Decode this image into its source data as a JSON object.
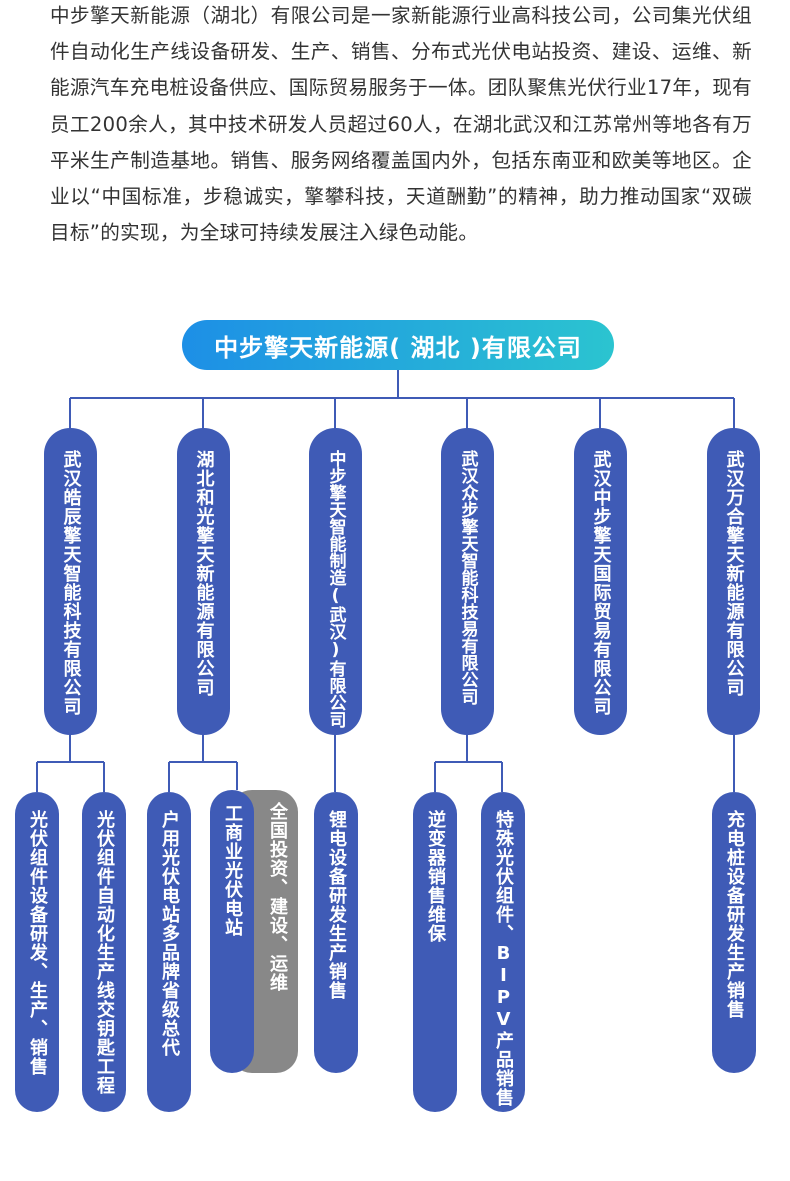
{
  "intro": {
    "text": "中步擎天新能源（湖北）有限公司是一家新能源行业高科技公司，公司集光伏组件自动化生产线设备研发、生产、销售、分布式光伏电站投资、建设、运维、新能源汽车充电桩设备供应、国际贸易服务于一体。团队聚焦光伏行业17年，现有员工200余人，其中技术研发人员超过60人，在湖北武汉和江苏常州等地各有万平米生产制造基地。销售、服务网络覆盖国内外，包括东南亚和欧美等地区。企业以“中国标准，步稳诚实，擎攀科技，天道酬勤”的精神，助力推动国家“双碳目标”的实现，为全球可持续发展注入绿色动能。"
  },
  "org": {
    "root": "中步擎天新能源( 湖北 )有限公司",
    "subsidiaries": [
      "武汉皓辰擎天智能科技有限公司",
      "湖北和光擎天新能源有限公司",
      "中步擎天智能制造(武汉)有限公司",
      "武汉众步擎天智能科技易有限公司",
      "武汉中步擎天国际贸易有限公司",
      "武汉万合擎天新能源有限公司"
    ],
    "businesses": [
      "光伏组件设备研发、生产、销售",
      "光伏组件自动化生产线交钥匙工程",
      "户用光伏电站多品牌省级总代",
      "工商业光伏电站",
      "全国投资、建设、运维",
      "锂电设备研发生产销售",
      "逆变器销售维保",
      "特殊光伏组件、BIPV产品销售",
      "充电桩设备研发生产销售"
    ]
  },
  "colors": {
    "pill_blue": "#3f5bb6",
    "pill_gray": "#888888",
    "root_gradient_start": "#1d8fe6",
    "root_gradient_end": "#2bc4d0",
    "connector": "#3f5bb6"
  }
}
